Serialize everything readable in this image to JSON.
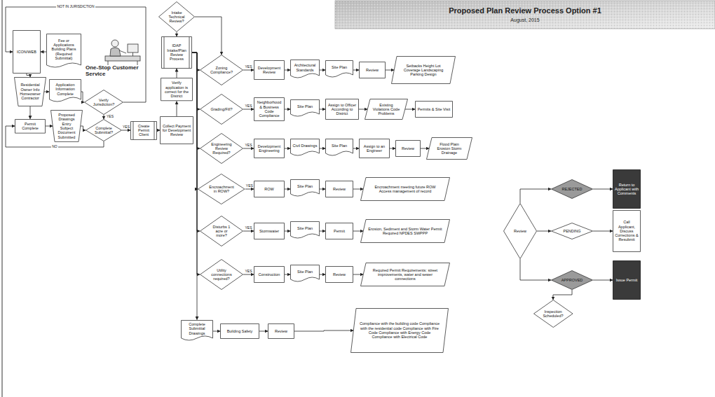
{
  "diagram": {
    "title": "Proposed Plan Review Process Option #1",
    "nodes": [
      {
        "text": [
          "ICON/WEB"
        ]
      },
      {
        "text": [
          "Fee or Applications Building Plans (Required Submittal)"
        ]
      },
      {
        "text": [
          "Residential Owner Info Homeowner Contractor"
        ]
      },
      {
        "text": [
          "Application Information Complete"
        ]
      },
      {
        "text": [
          "Verify Jurisdiction?"
        ]
      },
      {
        "text": [
          "Permit Complete"
        ]
      },
      {
        "text": [
          "Proposed Drawings Entry Subject Document Submitted"
        ]
      },
      {
        "text": [
          "Complete Submittal?"
        ]
      },
      {
        "text": [
          "Create Permit Client"
        ]
      },
      {
        "text": [
          "Collect Payment for Development Review"
        ]
      },
      {
        "text": [
          "Verify application is correct for the District"
        ]
      },
      {
        "text": [
          "IDAP Intake/Plan Review Process"
        ]
      },
      {
        "text": [
          "Intake Technical Review?"
        ]
      },
      {
        "text": [
          "Zoning Compliance?"
        ]
      },
      {
        "text": [
          "Development Review"
        ]
      },
      {
        "text": [
          "Architectural Standards"
        ]
      },
      {
        "text": [
          "Site Plan"
        ]
      },
      {
        "text": [
          "Review"
        ]
      },
      {
        "text": [
          "Setbacks Height Lot Coverage Landscaping Parking Design"
        ]
      },
      {
        "text": [
          "Grading/Fill?"
        ]
      },
      {
        "text": [
          "Neighborhood & Business Code Compliance"
        ]
      },
      {
        "text": [
          "Site Plan"
        ]
      },
      {
        "text": [
          "Assign to Officer According to District"
        ]
      },
      {
        "text": [
          "Existing Violations Code Problems"
        ]
      },
      {
        "text": [
          "Permits & Site Visit"
        ]
      },
      {
        "text": [
          "Engineering Review Required?"
        ]
      },
      {
        "text": [
          "Development Engineering"
        ]
      },
      {
        "text": [
          "Civil Drawings"
        ]
      },
      {
        "text": [
          "Site Plan"
        ]
      },
      {
        "text": [
          "Assign to an Engineer"
        ]
      },
      {
        "text": [
          "Review"
        ]
      },
      {
        "text": [
          "Flood Plain Erosion Storm Drainage"
        ]
      },
      {
        "text": [
          "Encroachment in ROW?"
        ]
      },
      {
        "text": [
          "ROW"
        ]
      },
      {
        "text": [
          "Site Plan"
        ]
      },
      {
        "text": [
          "Review"
        ]
      },
      {
        "text": [
          "Encroachment meeting future ROW Access management of record"
        ]
      },
      {
        "text": [
          "Disturbs 1 acre or more?"
        ]
      },
      {
        "text": [
          "Stormwater"
        ]
      },
      {
        "text": [
          "Site Plan"
        ]
      },
      {
        "text": [
          "Permit"
        ]
      },
      {
        "text": [
          "Erosion, Sediment and Storm Water Permit Required NPDES SWPPP"
        ]
      },
      {
        "text": [
          "Utility connections required?"
        ]
      },
      {
        "text": [
          "Construction"
        ]
      },
      {
        "text": [
          "Site Plan"
        ]
      },
      {
        "text": [
          "Review"
        ]
      },
      {
        "text": [
          "Required Permit Requirements: street improvements, water and sewer connections"
        ]
      },
      {
        "text": [
          "Complete Submittal Drawings"
        ]
      },
      {
        "text": [
          "Building Safety"
        ]
      },
      {
        "text": [
          "Review"
        ]
      },
      {
        "text": [
          "Compliance with the building code Compliance with the residential code Compliance with Fire Code Compliance with Energy Code Compliance with Electrical Code"
        ]
      },
      {
        "text": [
          "Review"
        ]
      },
      {
        "text": [
          "REJECTED"
        ]
      },
      {
        "text": [
          "Return to Applicant with Comments"
        ]
      },
      {
        "text": [
          "PENDING"
        ]
      },
      {
        "text": [
          "Call Applicant, Discuss Corrections & Resubmit"
        ]
      },
      {
        "text": [
          "APPROVED"
        ]
      },
      {
        "text": [
          "Issue Permit"
        ]
      },
      {
        "text": [
          "Inspection Scheduled?"
        ]
      }
    ],
    "edges": [
      {
        "from": 1,
        "to": 0,
        "arrow": "to"
      },
      {
        "from": 0,
        "to": 2,
        "arrow": "to"
      },
      {
        "from": 2,
        "to": 3,
        "arrow": "to"
      },
      {
        "from": 3,
        "to": 4,
        "arrow": "to"
      },
      {
        "from": 4,
        "to": 0,
        "label": "NOT IN JURISDICTION",
        "arrow": "to"
      },
      {
        "from": 4,
        "to": 7,
        "label": "YES",
        "arrow": "to"
      },
      {
        "from": 2,
        "to": 5,
        "arrow": "to"
      },
      {
        "from": 5,
        "to": 6,
        "arrow": "to"
      },
      {
        "from": 6,
        "to": 7,
        "arrow": "to"
      },
      {
        "from": 7,
        "to": 8,
        "label": "YES",
        "arrow": "to"
      },
      {
        "from": 7,
        "to": 5,
        "label": "NO",
        "arrow": "to"
      },
      {
        "from": 8,
        "to": 9,
        "arrow": "to"
      },
      {
        "from": 9,
        "to": 10,
        "arrow": "to"
      },
      {
        "from": 10,
        "to": 11,
        "arrow": "to"
      },
      {
        "from": 12,
        "to": 11,
        "arrow": "to"
      },
      {
        "from": 12,
        "to": 13,
        "arrow": "to"
      },
      {
        "from": 11,
        "to": 13,
        "arrow": "to"
      },
      {
        "from": 11,
        "to": 19,
        "arrow": "to"
      },
      {
        "from": 11,
        "to": 25,
        "arrow": "to"
      },
      {
        "from": 11,
        "to": 32,
        "arrow": "to"
      },
      {
        "from": 11,
        "to": 37,
        "arrow": "to"
      },
      {
        "from": 11,
        "to": 42,
        "arrow": "to"
      },
      {
        "from": 11,
        "to": 47,
        "arrow": "to"
      },
      {
        "from": 13,
        "to": 14,
        "label": "YES",
        "arrow": "to"
      },
      {
        "from": 14,
        "to": 15,
        "arrow": "to"
      },
      {
        "from": 15,
        "to": 16,
        "arrow": "to"
      },
      {
        "from": 16,
        "to": 17,
        "arrow": "to"
      },
      {
        "from": 17,
        "to": 18,
        "arrow": "to"
      },
      {
        "from": 19,
        "to": 20,
        "label": "YES",
        "arrow": "to"
      },
      {
        "from": 20,
        "to": 21,
        "arrow": "to"
      },
      {
        "from": 21,
        "to": 22,
        "arrow": "to"
      },
      {
        "from": 22,
        "to": 23,
        "arrow": "to"
      },
      {
        "from": 23,
        "to": 24,
        "arrow": "to"
      },
      {
        "from": 25,
        "to": 26,
        "label": "YES",
        "arrow": "to"
      },
      {
        "from": 26,
        "to": 27,
        "arrow": "to"
      },
      {
        "from": 27,
        "to": 28,
        "arrow": "to"
      },
      {
        "from": 28,
        "to": 29,
        "arrow": "to"
      },
      {
        "from": 29,
        "to": 30,
        "arrow": "to"
      },
      {
        "from": 30,
        "to": 31,
        "arrow": "to"
      },
      {
        "from": 32,
        "to": 33,
        "label": "YES",
        "arrow": "to"
      },
      {
        "from": 33,
        "to": 34,
        "arrow": "to"
      },
      {
        "from": 34,
        "to": 35,
        "arrow": "to"
      },
      {
        "from": 35,
        "to": 36,
        "arrow": "to"
      },
      {
        "from": 37,
        "to": 38,
        "label": "YES",
        "arrow": "to"
      },
      {
        "from": 38,
        "to": 39,
        "arrow": "to"
      },
      {
        "from": 39,
        "to": 40,
        "arrow": "to"
      },
      {
        "from": 40,
        "to": 41,
        "arrow": "to"
      },
      {
        "from": 42,
        "to": 43,
        "label": "YES",
        "arrow": "to"
      },
      {
        "from": 43,
        "to": 44,
        "arrow": "to"
      },
      {
        "from": 44,
        "to": 45,
        "arrow": "to"
      },
      {
        "from": 45,
        "to": 46,
        "arrow": "to"
      },
      {
        "from": 47,
        "to": 48,
        "arrow": "to"
      },
      {
        "from": 48,
        "to": 49,
        "arrow": "to"
      },
      {
        "from": 49,
        "to": 50,
        "arrow": "to"
      },
      {
        "from": 51,
        "to": 52,
        "arrow": "to"
      },
      {
        "from": 51,
        "to": 54,
        "arrow": "to"
      },
      {
        "from": 51,
        "to": 56,
        "arrow": "to"
      },
      {
        "from": 52,
        "to": 53,
        "arrow": "to"
      },
      {
        "from": 54,
        "to": 55,
        "arrow": "to"
      },
      {
        "from": 56,
        "to": 57,
        "arrow": "to"
      },
      {
        "from": 56,
        "to": 58,
        "arrow": "to"
      }
    ],
    "labels": [
      "August, 2015",
      "One-Stop Customer Service"
    ]
  }
}
